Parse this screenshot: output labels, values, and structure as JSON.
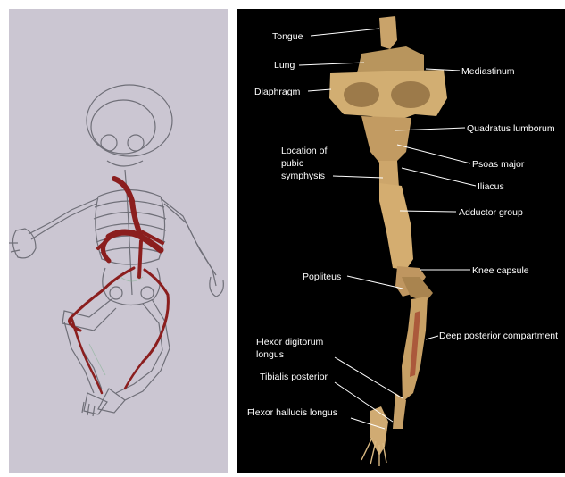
{
  "colors": {
    "left_background": "#cbc6d2",
    "right_background": "#000000",
    "skeleton_line": "#6f6f78",
    "vessel": "#8b1e1e",
    "specimen": "#c9a36a",
    "label_text": "#ffffff",
    "leader_line": "#ffffff"
  },
  "left_panel": {
    "subject": "fetal skeleton line drawing with red vascular pathway"
  },
  "right_panel": {
    "labels": {
      "tongue": "Tongue",
      "lung": "Lung",
      "mediastinum": "Mediastinum",
      "diaphragm": "Diaphragm",
      "quadratus_lumborum": "Quadratus lumborum",
      "psoas_major": "Psoas major",
      "location_pubic_1": "Location of",
      "location_pubic_2": "pubic",
      "location_pubic_3": "symphysis",
      "iliacus": "Iliacus",
      "adductor_group": "Adductor group",
      "popliteus": "Popliteus",
      "knee_capsule": "Knee capsule",
      "deep_posterior": "Deep posterior compartment",
      "flexor_digitorum_1": "Flexor digitorum",
      "flexor_digitorum_2": "longus",
      "tibialis_posterior": "Tibialis posterior",
      "flexor_hallucis": "Flexor hallucis longus"
    }
  }
}
